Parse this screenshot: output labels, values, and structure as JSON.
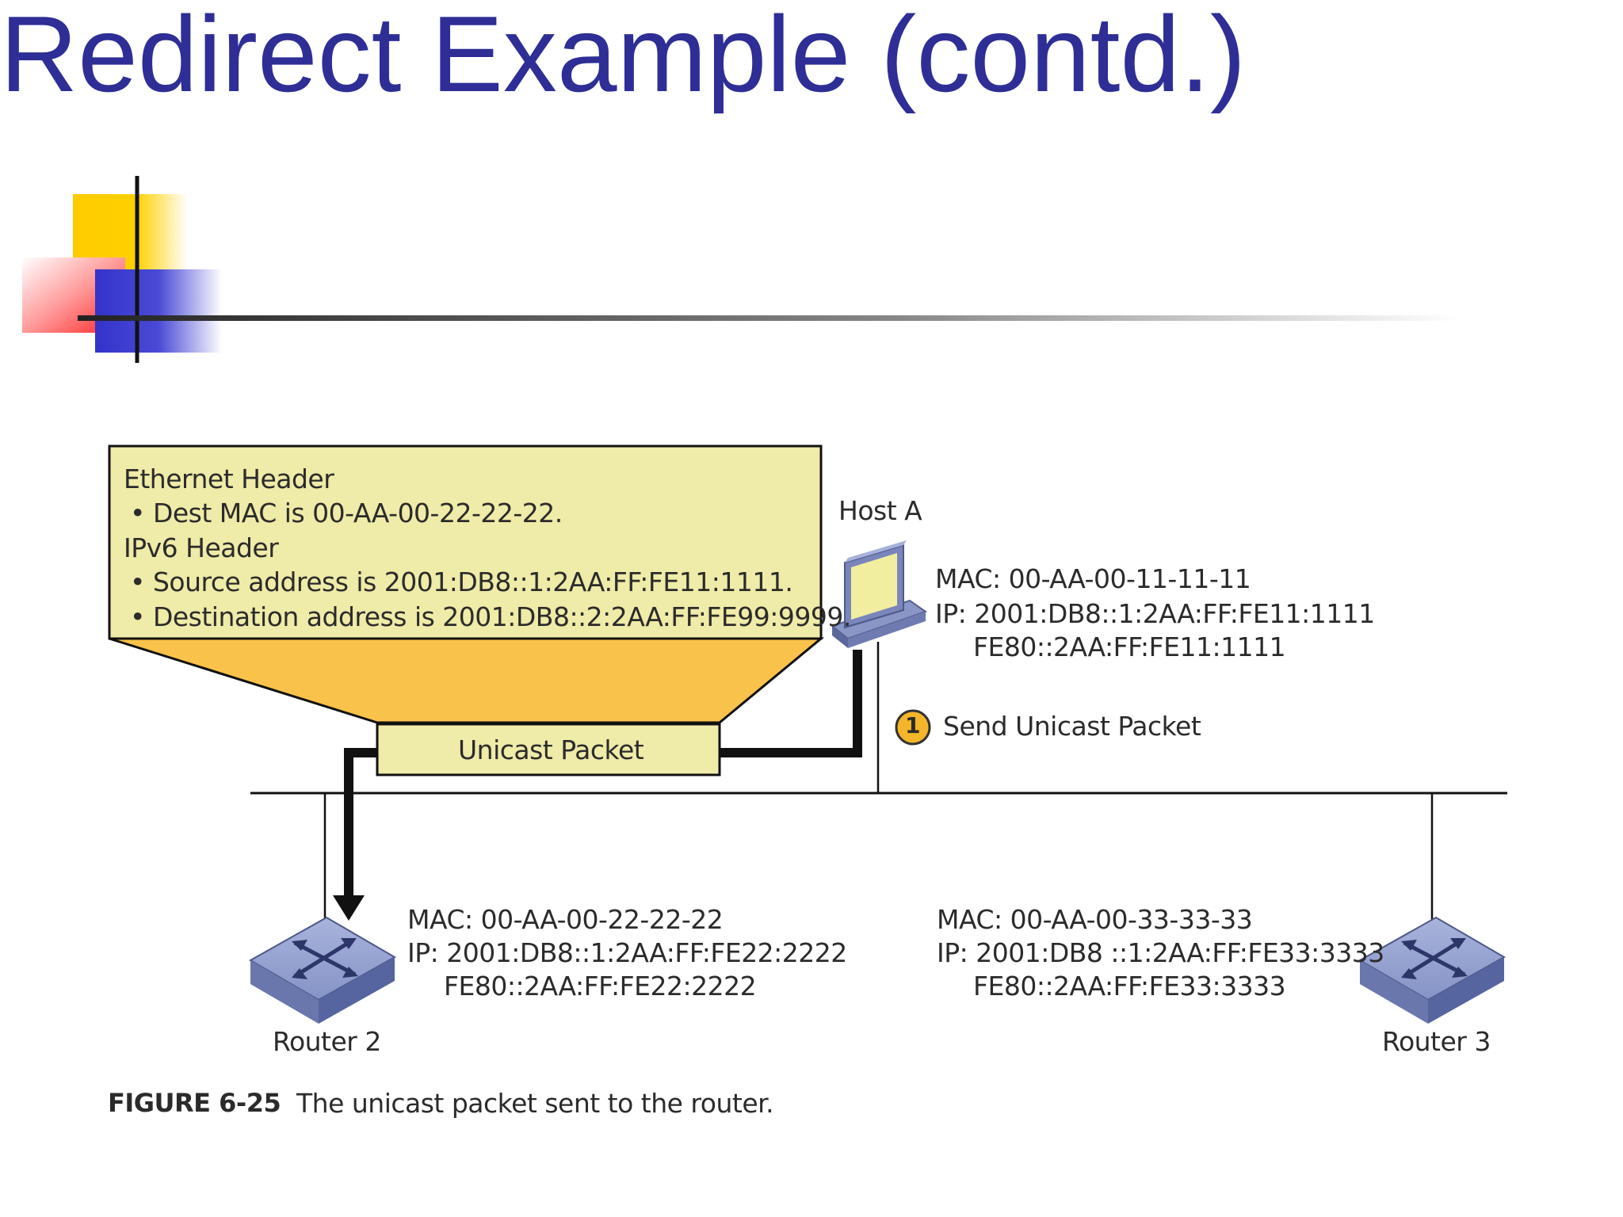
{
  "slide": {
    "title": "Redirect Example (contd.)"
  },
  "header_box": {
    "lines": [
      "Ethernet Header",
      "• Dest MAC is 00-AA-00-22-22-22.",
      "IPv6 Header",
      "• Source address is 2001:DB8::1:2AA:FF:FE11:1111.",
      "• Destination address is 2001:DB8::2:2AA:FF:FE99:9999."
    ]
  },
  "packet": {
    "label": "Unicast Packet"
  },
  "host_a": {
    "name": "Host A",
    "mac": "MAC: 00-AA-00-11-11-11",
    "ip1": "IP: 2001:DB8::1:2AA:FF:FE11:1111",
    "ip2": "FE80::2AA:FF:FE11:1111"
  },
  "step": {
    "number": "1",
    "label": "Send Unicast Packet"
  },
  "router2": {
    "name": "Router 2",
    "mac": "MAC: 00-AA-00-22-22-22",
    "ip1": "IP: 2001:DB8::1:2AA:FF:FE22:2222",
    "ip2": "FE80::2AA:FF:FE22:2222"
  },
  "router3": {
    "name": "Router 3",
    "mac": "MAC: 00-AA-00-33-33-33",
    "ip1": "IP: 2001:DB8 ::1:2AA:FF:FE33:3333",
    "ip2": "FE80::2AA:FF:FE33:3333"
  },
  "caption": {
    "label": "FIGURE 6-25",
    "text": "The unicast packet sent to the router."
  },
  "colors": {
    "title": "#2e2e96",
    "box_fill": "#efeba8",
    "funnel_fill": "#f9c24a",
    "accent_yellow": "#ffcc00",
    "accent_red": "#ff3333",
    "accent_blue": "#3333cc"
  }
}
